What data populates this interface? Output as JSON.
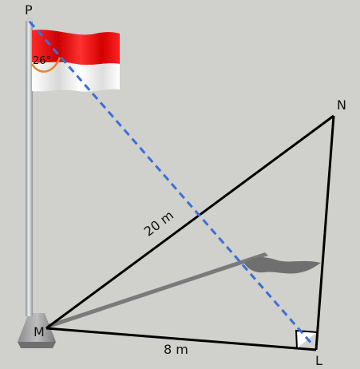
{
  "points": {
    "P": "P",
    "N": "N",
    "M": "M",
    "L": "L"
  },
  "measurements": {
    "hypotenuse": "20 m",
    "base": "8 m",
    "angle": "26°"
  },
  "colors": {
    "background": "#d0d0cc",
    "dashed_line": "#3a6fd8",
    "angle_arc": "#e8822a",
    "flag_red": "#ff1a1a",
    "flag_white": "#ffffff",
    "triangle": "#000000",
    "shadow": "#777777"
  }
}
